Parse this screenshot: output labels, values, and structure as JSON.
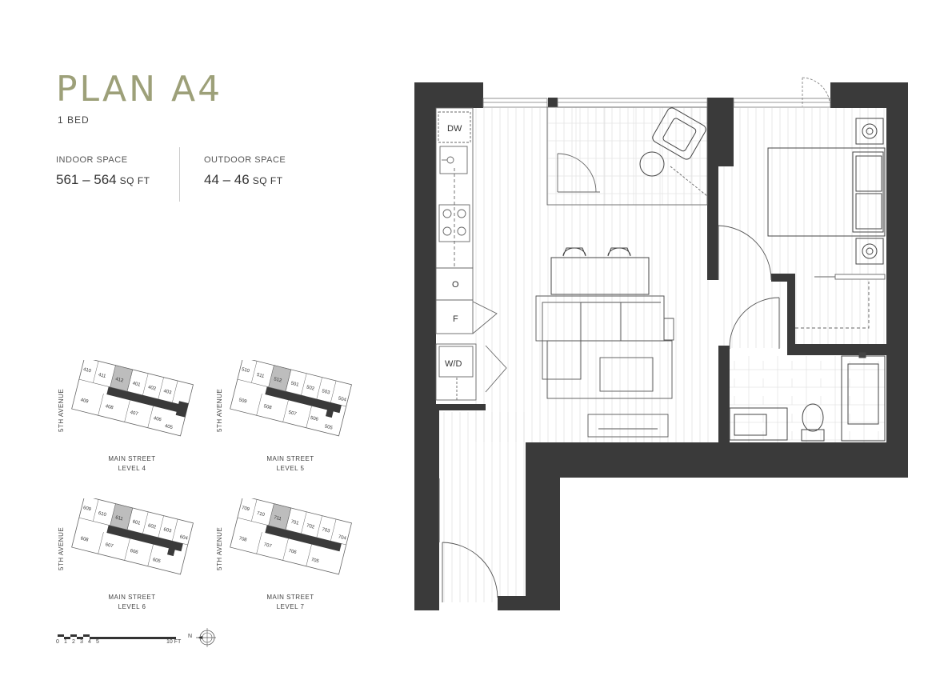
{
  "plan": {
    "title": "PLAN A4",
    "subtitle": "1 BED"
  },
  "spaces": {
    "indoor": {
      "label": "INDOOR SPACE",
      "value": "561 – 564",
      "unit": "SQ FT"
    },
    "outdoor": {
      "label": "OUTDOOR SPACE",
      "value": "44 – 46",
      "unit": "SQ FT"
    }
  },
  "room_labels": {
    "dishwasher": "DW",
    "oven": "O",
    "fridge": "F",
    "washer_dryer": "W/D"
  },
  "key_plans": [
    {
      "street": "MAIN STREET",
      "level": "LEVEL 4",
      "avenue": "5TH AVENUE",
      "units": [
        "410",
        "411",
        "412",
        "401",
        "402",
        "403",
        "409",
        "408",
        "407",
        "406",
        "405"
      ],
      "highlight": "412"
    },
    {
      "street": "MAIN STREET",
      "level": "LEVEL 5",
      "avenue": "5TH AVENUE",
      "units": [
        "510",
        "511",
        "512",
        "501",
        "502",
        "503",
        "504",
        "509",
        "508",
        "507",
        "506",
        "505"
      ],
      "highlight": "512"
    },
    {
      "street": "MAIN STREET",
      "level": "LEVEL 6",
      "avenue": "5TH AVENUE",
      "units": [
        "609",
        "610",
        "611",
        "601",
        "602",
        "603",
        "604",
        "608",
        "607",
        "606",
        "605"
      ],
      "highlight": "611"
    },
    {
      "street": "MAIN STREET",
      "level": "LEVEL 7",
      "avenue": "5TH AVENUE",
      "units": [
        "709",
        "710",
        "711",
        "701",
        "702",
        "703",
        "704",
        "708",
        "707",
        "706",
        "705"
      ],
      "highlight": "711"
    }
  ],
  "scale_bar": {
    "ticks": [
      "0",
      "1",
      "2",
      "3",
      "4",
      "5"
    ],
    "end_label": "10 FT"
  },
  "compass": {
    "label": "N"
  },
  "colors": {
    "title": "#9da079",
    "wall": "#3a3a3a",
    "highlight_unit": "#bdbdbd"
  }
}
